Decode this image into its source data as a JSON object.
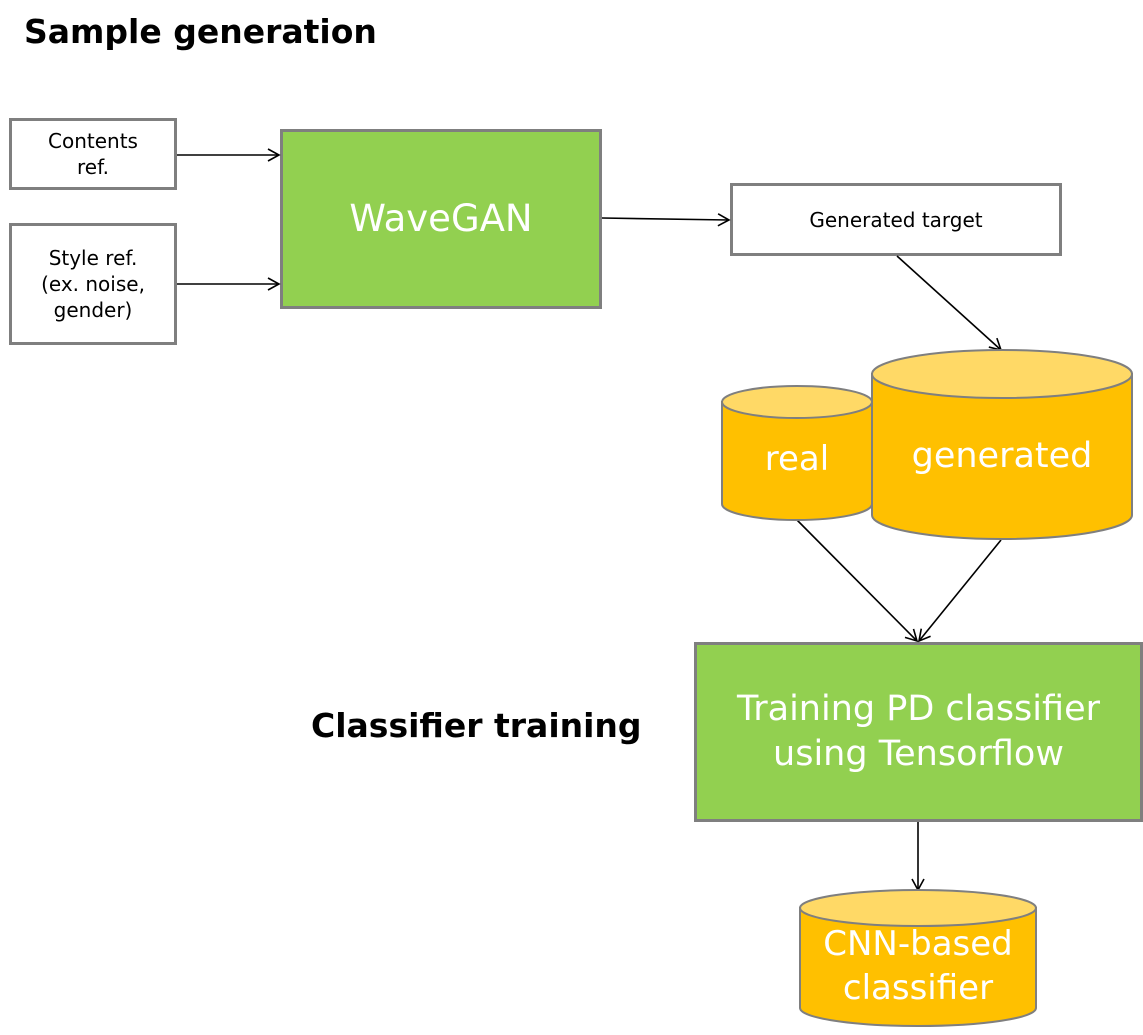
{
  "headings": {
    "sample_generation": "Sample generation",
    "classifier_training": "Classifier training"
  },
  "nodes": {
    "contents_ref": "Contents ref.",
    "style_ref": "Style ref. (ex. noise, gender)",
    "wavegan": "WaveGAN",
    "generated_target": "Generated target",
    "real_db": "real",
    "generated_db": "generated",
    "training": "Training PD classifier using Tensorflow",
    "cnn_line1": "CNN-based",
    "cnn_line2": "classifier"
  },
  "colors": {
    "process_green": "#92d050",
    "database_body": "#ffc000",
    "database_top": "#ffd966",
    "border_gray": "#7f7f7f",
    "arrow": "#000000"
  }
}
